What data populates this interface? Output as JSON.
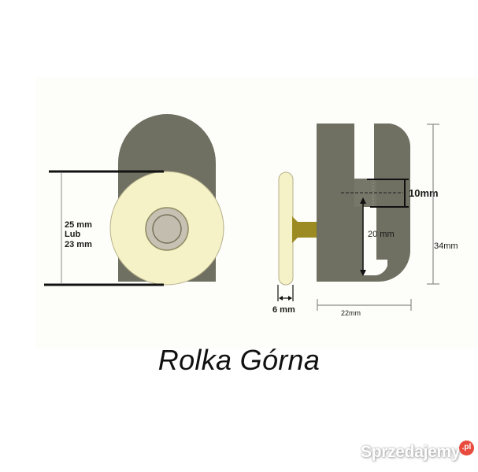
{
  "caption": "Rolka Górna",
  "watermark": {
    "brand": "Sprzedajemy",
    "badge": ".pl"
  },
  "front_view": {
    "diameter_label_line1": "25 mm",
    "diameter_label_line2": "Lub",
    "diameter_label_line3": "23 mm"
  },
  "side_view": {
    "wheel_width_label": "6 mm",
    "body_width_label": "22mm",
    "slot_height_label": "10mm",
    "gap_depth_label": "20 mm",
    "total_height_label": "34mm"
  },
  "colors": {
    "housing": "#6f6f62",
    "wheel": "#f5f2c8",
    "hub": "#c7c1b3",
    "axle": "#9c8b22",
    "dimension_line": "#1a1a1a",
    "light_dimension_line": "#8a8a8a",
    "watermark_badge": "#e84a3d"
  }
}
